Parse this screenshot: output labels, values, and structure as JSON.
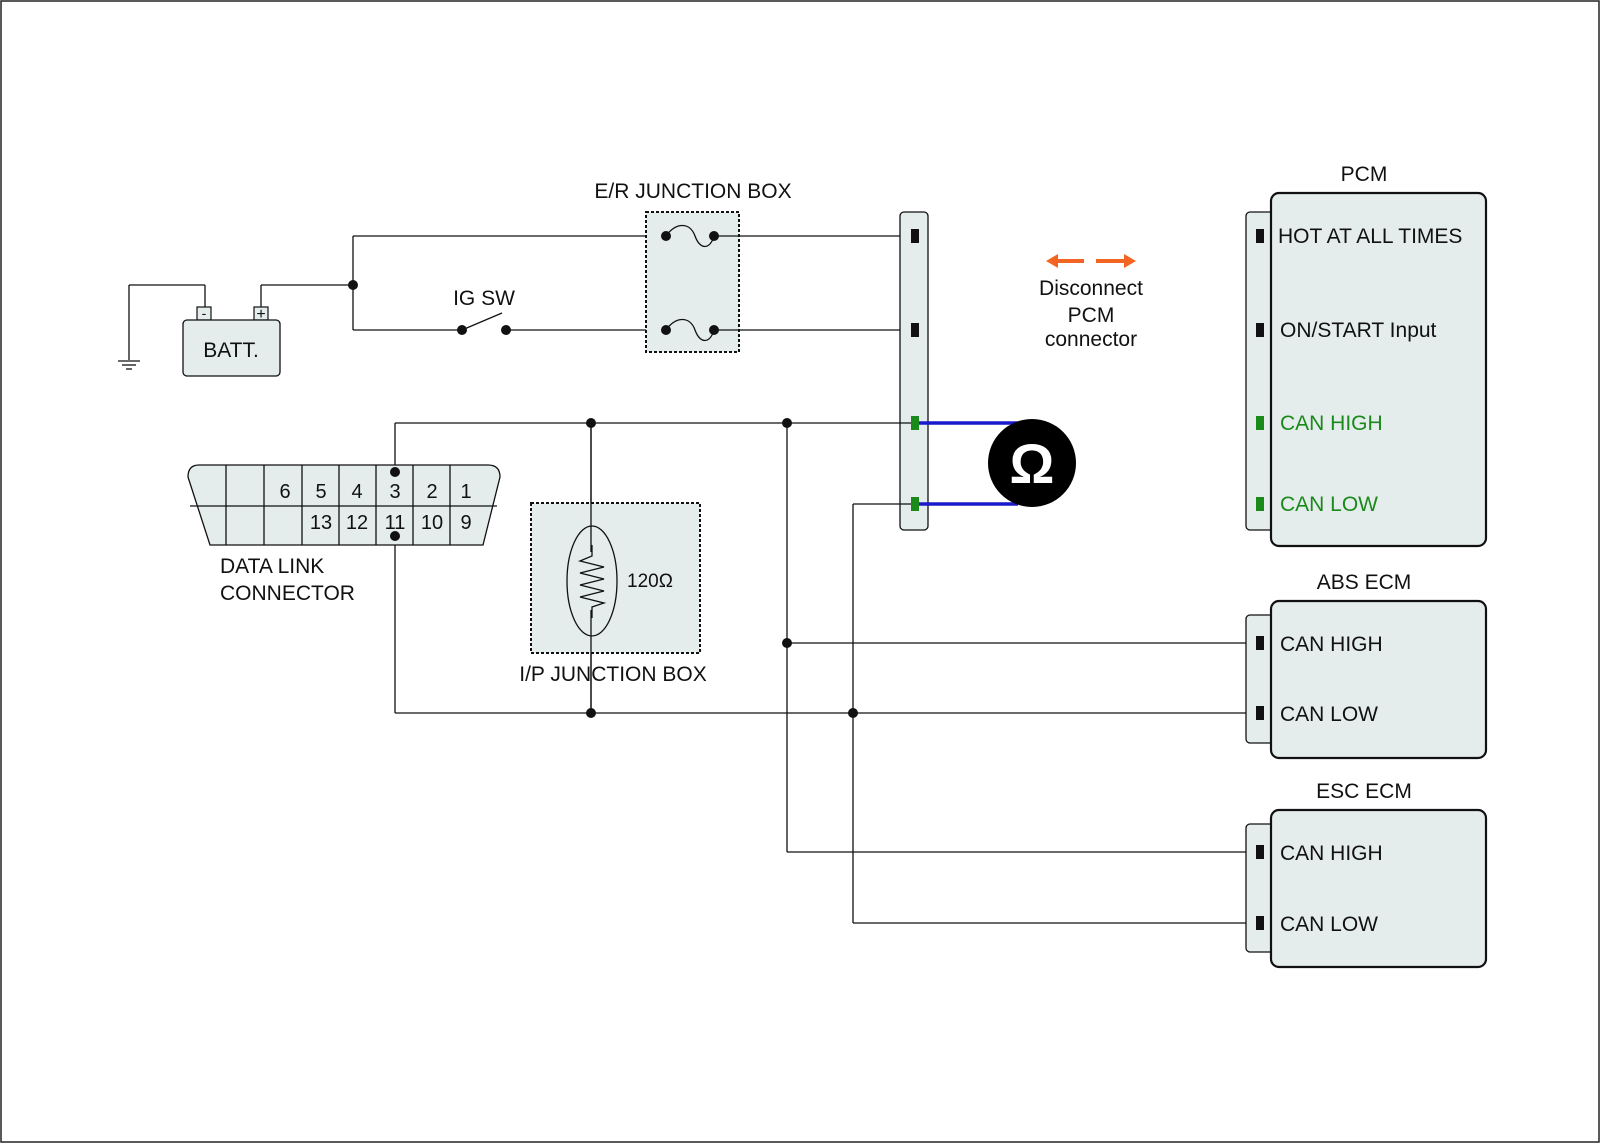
{
  "battery": {
    "label": "BATT.",
    "neg": "-",
    "pos": "+"
  },
  "ig_sw": {
    "label": "IG SW"
  },
  "er_junction": {
    "label": "E/R JUNCTION BOX"
  },
  "ip_junction": {
    "label": "I/P JUNCTION BOX",
    "resistor_label": "120Ω"
  },
  "dlc": {
    "label_line1": "DATA LINK",
    "label_line2": "CONNECTOR",
    "top_pins": [
      "6",
      "5",
      "4",
      "3",
      "2",
      "1"
    ],
    "bottom_pins": [
      "13",
      "12",
      "11",
      "10",
      "9"
    ]
  },
  "meter": {
    "symbol": "Ω"
  },
  "note": {
    "line1": "Disconnect",
    "line2": "PCM",
    "line3": "connector",
    "arrow_color": "#f26522"
  },
  "pcm": {
    "title": "PCM",
    "pins": [
      "HOT AT ALL TIMES",
      "ON/START Input",
      "CAN HIGH",
      "CAN LOW"
    ]
  },
  "abs_ecm": {
    "title": "ABS ECM",
    "pins": [
      "CAN HIGH",
      "CAN LOW"
    ]
  },
  "esc_ecm": {
    "title": "ESC ECM",
    "pins": [
      "CAN HIGH",
      "CAN LOW"
    ]
  },
  "colors": {
    "can_text": "#1a8a1a",
    "probe": "#1a1acc",
    "terminal_green": "#1a8a1a"
  }
}
